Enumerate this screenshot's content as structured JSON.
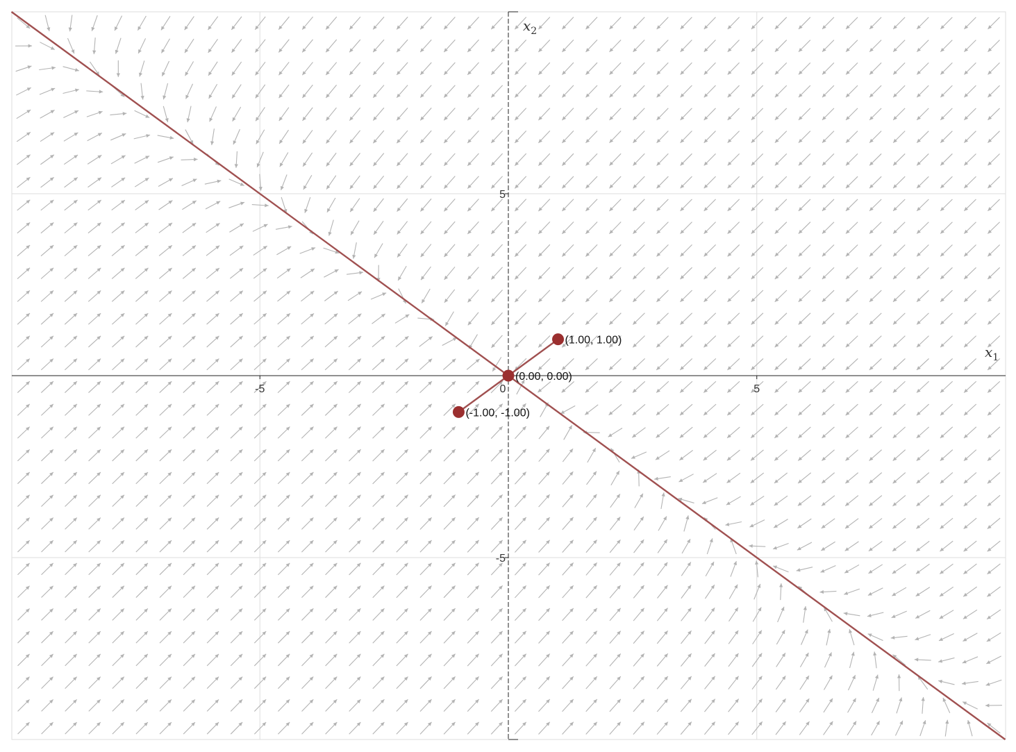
{
  "chart_data": {
    "type": "scatter",
    "subtype": "vector-field-phase-portrait",
    "title": "",
    "xlabel": "x",
    "xlabel_subscript": "1",
    "ylabel": "x",
    "ylabel_subscript": "2",
    "xlim": [
      -10,
      10
    ],
    "ylim": [
      -10,
      10
    ],
    "x_ticks": [
      -5,
      0,
      5
    ],
    "x_tick_labels": [
      "-5",
      "0",
      "5"
    ],
    "y_ticks": [
      -5,
      5
    ],
    "y_tick_labels": [
      "-5",
      "5"
    ],
    "grid": true,
    "grid_lines": [
      -5,
      5
    ],
    "vector_field": {
      "sampling": 41,
      "arrow_color": "#b3b3b3",
      "direction": "toward the line x2 = -x1, then along it toward the origin"
    },
    "lines": [
      {
        "x": [
          -10,
          10
        ],
        "y": [
          10,
          -10
        ],
        "color": "#a05050"
      },
      {
        "x": [
          -1,
          0,
          1
        ],
        "y": [
          -1,
          0,
          1
        ],
        "color": "#a05050"
      }
    ],
    "points": [
      {
        "x": 0,
        "y": 0,
        "label": "(0.00, 0.00)"
      },
      {
        "x": 1,
        "y": 1,
        "label": "(1.00, 1.00)"
      },
      {
        "x": -1,
        "y": -1,
        "label": "(-1.00, -1.00)"
      }
    ],
    "point_color": "#9b2f2f"
  }
}
